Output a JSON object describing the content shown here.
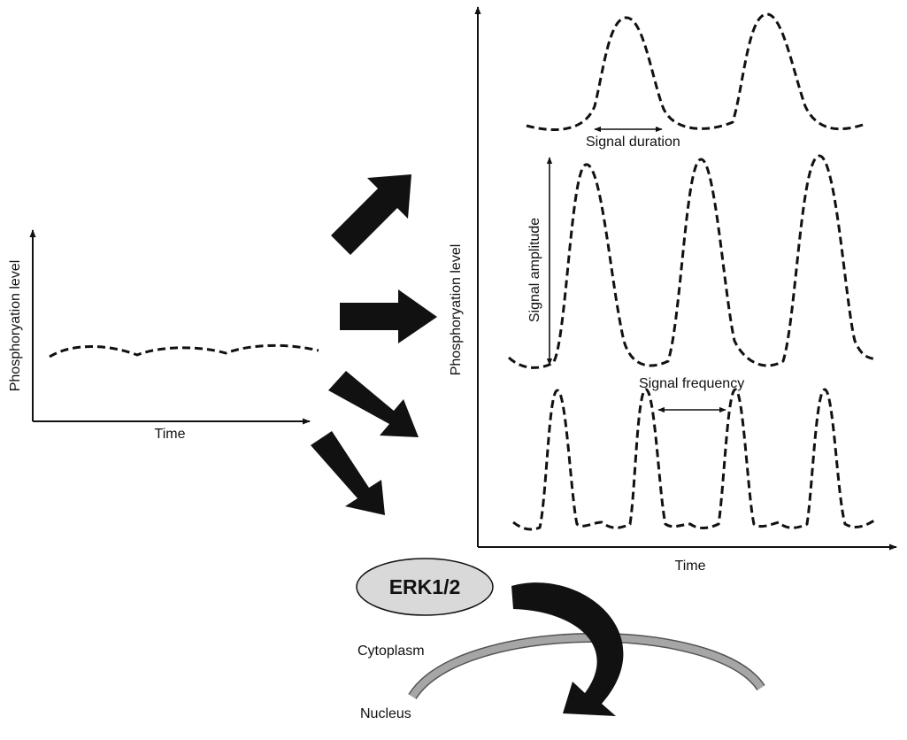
{
  "left_plot": {
    "ylabel": "Phosphoryation level",
    "xlabel": "Time"
  },
  "right_plot": {
    "ylabel": "Phosphoryation level",
    "xlabel": "Time",
    "annotations": {
      "duration": "Signal duration",
      "amplitude": "Signal amplitude",
      "frequency": "Signal frequency"
    }
  },
  "pathway": {
    "kinase": "ERK1/2",
    "compartment_outer": "Cytoplasm",
    "compartment_inner": "Nucleus"
  },
  "colors": {
    "ink": "#111111",
    "membrane": "#a6a6a6",
    "kinase_fill": "#d9d9d9"
  }
}
